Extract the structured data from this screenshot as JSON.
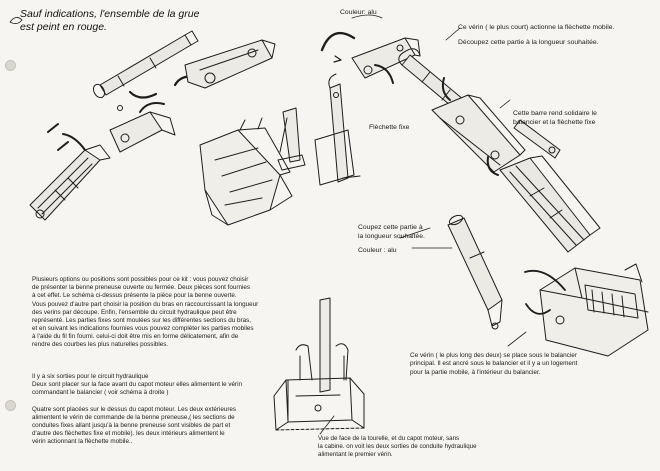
{
  "header": {
    "title": "Sauf indications, l'ensemble de la grue\nest peint en rouge."
  },
  "labels": {
    "couleur_alu_top": "Couleur: alu",
    "verin_court": "Ce vérin ( le plus court) actionne la flèchette mobile.",
    "decoupez": "Découpez cette partie à la longueur souhaitée.",
    "barre": "Cette barre rend solidaire le\nbalancier et la flèchette fixe",
    "flechette_fixe": "Flèchette fixe",
    "coupez": "Coupez cette partie à\nla longueur souhaitée.",
    "couleur_alu_bottom": "Couleur : alu",
    "verin_long": "Ce vérin ( le plus long des deux) se place sous le balancier\nprincipal. Il est ancré sous le balancier et il y a un logement\npour la partie mobile, à l'intérieur du balancier.",
    "vue_face": "Vue de face de la tourelle, et du capot moteur, sans\nla cabine. on voit les deux sorties de conduite hydraulique\nalimentant le premier vérin."
  },
  "paragraphs": {
    "options": "Plusieurs options ou positions sont possibles pour ce kit : vous pouvez choisir\nde présenter la benne preneuse ouverte ou fermée. Deux pièces sont fournies\nà cet effet. Le schéma ci-dessus présente la pièce pour la benne ouverte.\nVous pouvez d'autre part choisir la position du bras en raccourcissant la longueur\ndes verins par découpe. Enfin, l'ensemble du circuit hydraulique peut être\nreprésenté. Les parties fixes sont moulées sur les différentes sections du bras,\net en suivant les indications fournies vous pouvez compléter les parties mobiles\nà l'aide du fil fin fourni. celui-ci doit être mis en forme délicatement, afin de\nrendre des courbes les plus naturelles possibles.",
    "hydraulique": "Il y a six sorties pour le circuit hydraulique\nDeux sont placer sur la face avant du capot moteur elles alimentent le vérin\ncommandant le balancier ( voir schéma à droite )\n\nQuatre sont placées sur le dessus du capot moteur. Les deux extérieures\nalimentent le vérin de commande de la benne preneuse,( les sections de\nconduites fixes allant jusqu'à la benne preneuse sont visibles de part et\nd'autre des flèchettes fixe et mobile). les deux intérieurs alimentent le\nvérin actionnant  la flèchette mobile.."
  },
  "colors": {
    "paper": "#f6f5f1",
    "ink": "#1c1c1c"
  }
}
